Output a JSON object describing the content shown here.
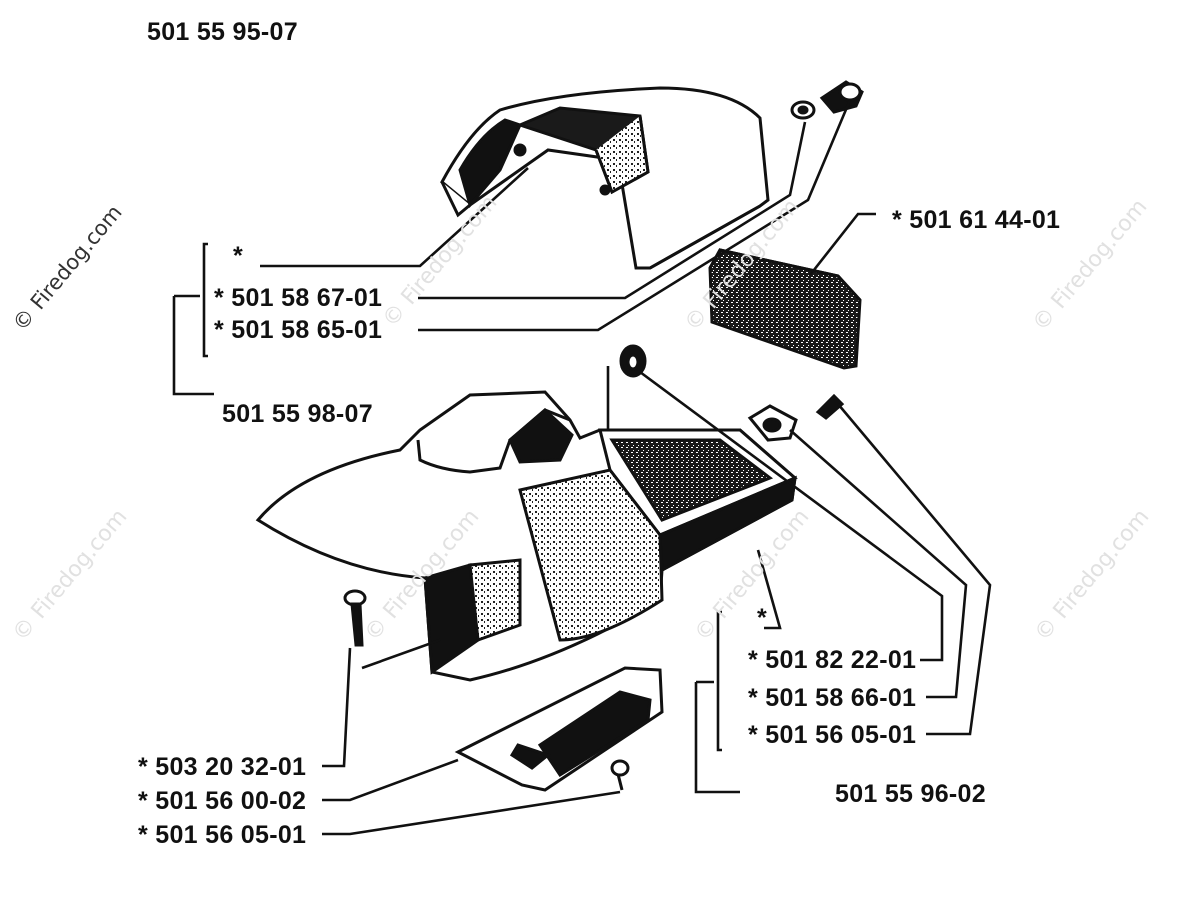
{
  "watermark": "© Firedog.com",
  "labels": {
    "top_assembly": "501 55 95-07",
    "cover_left_star": "*",
    "part_5015867": "*  501 58 67-01",
    "part_5015865": "*  501 58 65-01",
    "left_group": "501 55 98-07",
    "filter_part": "*  501 61 44-01",
    "base_star": "*",
    "part_5018222": "*  501 82 22-01",
    "part_5015866": "*  501 58 66-01",
    "part_5015605_right": "*  501 56 05-01",
    "right_group": "501 55 96-02",
    "part_5032032": "*  503 20 32-01",
    "part_5015600": "*  501 56 00-02",
    "part_5015605_left": "*  501 56 05-01"
  }
}
